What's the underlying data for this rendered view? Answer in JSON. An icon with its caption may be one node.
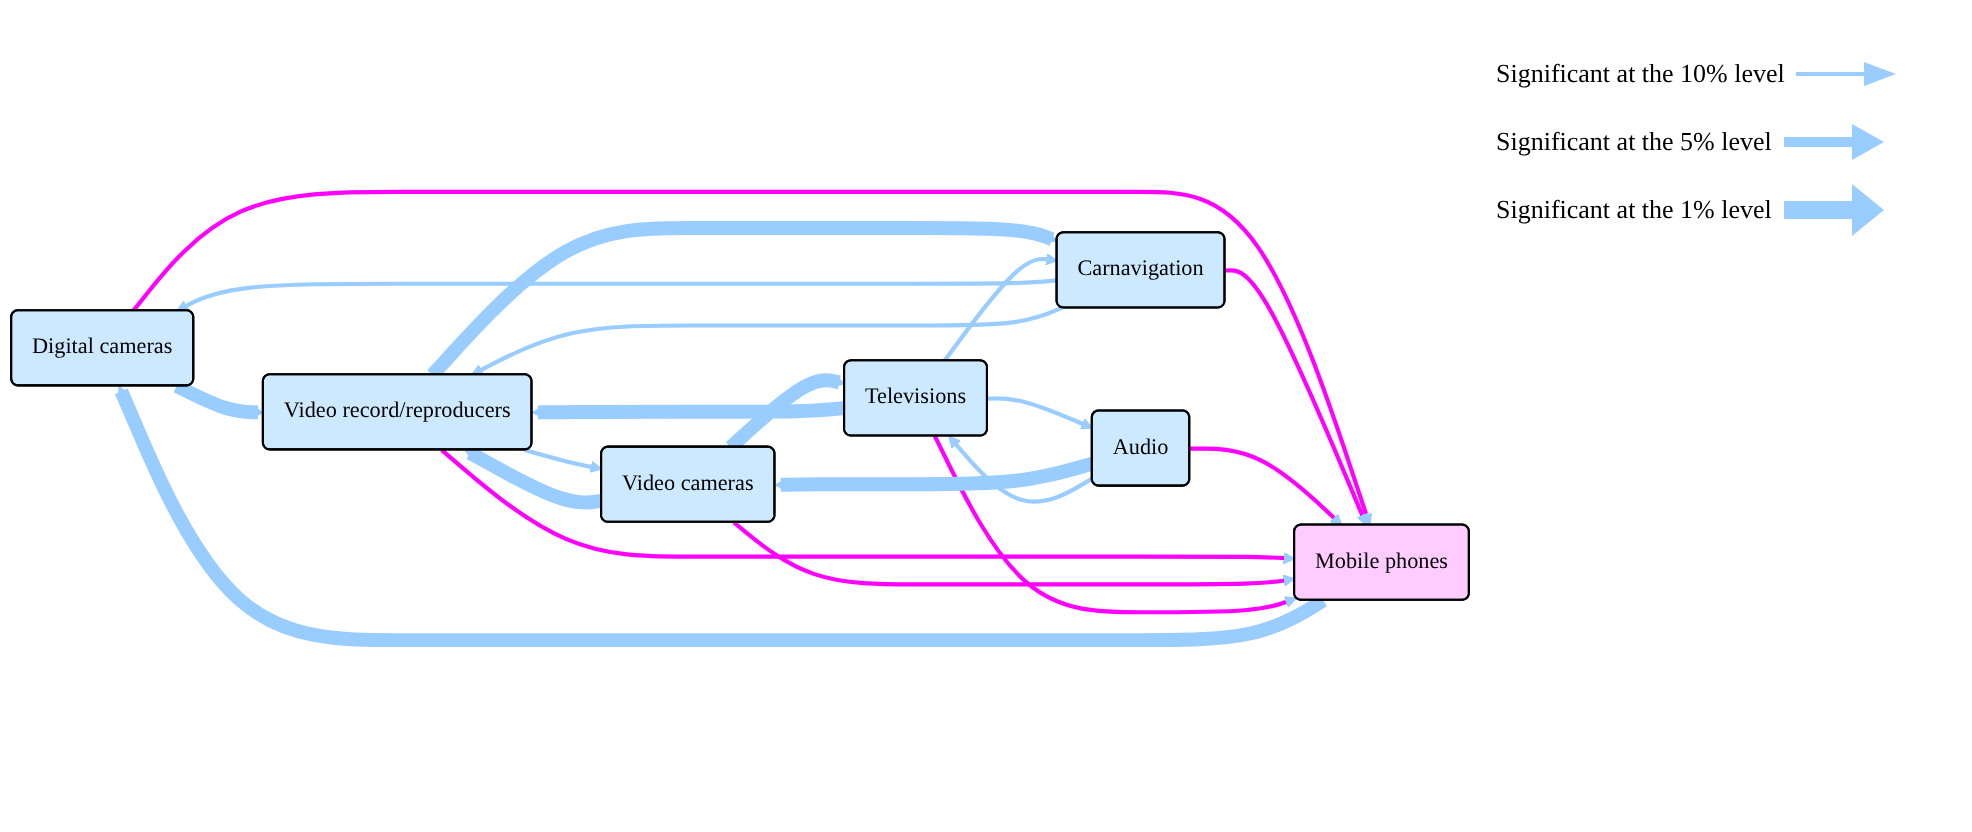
{
  "diagram": {
    "nodes": [
      {
        "text": [
          "Digital cameras"
        ]
      },
      {
        "text": [
          "Carnavigation"
        ]
      },
      {
        "text": [
          "Mobile phones"
        ]
      },
      {
        "text": [
          "Audio"
        ]
      },
      {
        "text": [
          "Video record/reproducers"
        ]
      },
      {
        "text": [
          "Video cameras"
        ]
      },
      {
        "text": [
          "Televisions"
        ]
      }
    ],
    "edges": [
      {
        "from": 0,
        "to": 4,
        "arrow": "to",
        "style": "thick"
      },
      {
        "from": 1,
        "to": 0,
        "arrow": "to"
      },
      {
        "from": 0,
        "to": 2,
        "arrow": "to",
        "color": "#ff00ff"
      },
      {
        "from": 2,
        "to": 0,
        "arrow": "to",
        "style": "thick"
      },
      {
        "from": 1,
        "to": 2,
        "arrow": "to",
        "color": "#ff00ff"
      },
      {
        "from": 3,
        "to": 2,
        "arrow": "to",
        "color": "#ff00ff"
      },
      {
        "from": 1,
        "to": 4,
        "arrow": "to"
      },
      {
        "from": 4,
        "to": 1,
        "arrow": "to",
        "style": "thick"
      },
      {
        "from": 4,
        "to": 2,
        "arrow": "to",
        "color": "#ff00ff"
      },
      {
        "from": 5,
        "to": 2,
        "arrow": "to",
        "color": "#ff00ff"
      },
      {
        "from": 6,
        "to": 2,
        "arrow": "to",
        "color": "#ff00ff"
      },
      {
        "from": 3,
        "to": 5,
        "arrow": "to",
        "style": "thick"
      },
      {
        "from": 6,
        "to": 1,
        "arrow": "to"
      },
      {
        "from": 3,
        "to": 6,
        "arrow": "to"
      },
      {
        "from": 6,
        "to": 3,
        "arrow": "to"
      },
      {
        "from": 4,
        "to": 5,
        "arrow": "to"
      },
      {
        "from": 5,
        "to": 4,
        "arrow": "to",
        "style": "thick"
      },
      {
        "from": 5,
        "to": 6,
        "arrow": "to",
        "style": "thick"
      },
      {
        "from": 6,
        "to": 4,
        "arrow": "to",
        "style": "thick"
      }
    ],
    "legend": [
      {
        "text": "Significant at the 10% level"
      },
      {
        "text": "Significant at the 5% level"
      },
      {
        "text": "Significant at the 1% level"
      }
    ]
  }
}
